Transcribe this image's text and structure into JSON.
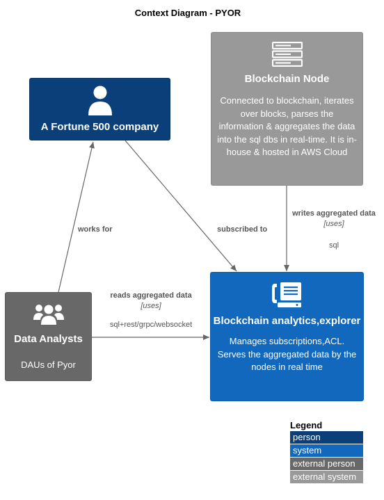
{
  "diagram": {
    "title": "Context Diagram - PYOR"
  },
  "nodes": {
    "fortune": {
      "name": "A Fortune 500 company",
      "icon": "person-icon"
    },
    "node": {
      "name": "Blockchain Node",
      "icon": "server-icon",
      "description": "Connected to blockchain, iterates over blocks, parses the information & aggregates the data into the sql dbs in real-time. It is in-house & hosted in AWS Cloud"
    },
    "analysts": {
      "name": "Data Analysts",
      "icon": "people-icon",
      "description": "DAUs of Pyor"
    },
    "explorer": {
      "name": "Blockchain analytics,explorer",
      "icon": "service-desk-icon",
      "description": "Manages subscriptions,ACL. Serves the aggregated data by the nodes in real time"
    }
  },
  "edges": {
    "works_for": {
      "label": "works for"
    },
    "subscribed_to": {
      "label": "subscribed to"
    },
    "writes": {
      "label": "writes aggregated data",
      "tech_tag": "[uses]",
      "technology": "sql"
    },
    "reads": {
      "label": "reads aggregated data",
      "tech_tag": "[uses]",
      "technology": "sql+rest/grpc/websocket"
    }
  },
  "legend": {
    "title": "Legend",
    "items": [
      {
        "label": "person",
        "color": "#0b3f7a"
      },
      {
        "label": "system",
        "color": "#1168bd"
      },
      {
        "label": "external person",
        "color": "#686868"
      },
      {
        "label": "external system",
        "color": "#999999"
      }
    ]
  },
  "colors": {
    "person": "#0b3f7a",
    "system": "#1168bd",
    "external_person": "#686868",
    "external_system": "#999999",
    "arrow": "#666666"
  }
}
